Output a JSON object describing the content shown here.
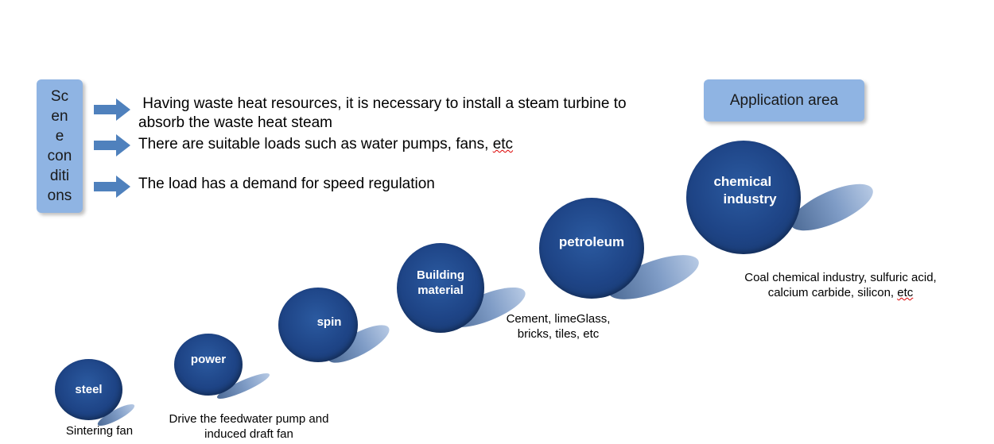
{
  "scene": {
    "box_lines": [
      "Sc",
      "en",
      "e",
      "con",
      "diti",
      "ons"
    ],
    "conditions": [
      {
        "line1": " Having waste heat resources, it is necessary to install a steam turbine to",
        "line2": "absorb the waste heat steam"
      },
      {
        "text": "There are suitable loads such as water pumps, fans, ",
        "wavy": "etc"
      },
      {
        "text": "The load has a demand for speed regulation"
      }
    ]
  },
  "application_area": "Application area",
  "industries": [
    {
      "label": "steel",
      "caption": "Sintering fan"
    },
    {
      "label": "power",
      "caption_line1": "Drive the feedwater pump and",
      "caption_line2": "induced draft fan"
    },
    {
      "label": "spin"
    },
    {
      "label_line1": "Building",
      "label_line2": "material",
      "caption_line1": "Cement, limeGlass,",
      "caption_line2": "bricks, tiles, etc"
    },
    {
      "label": "petroleum"
    },
    {
      "label_line1": "chemical",
      "label_line2": "industry",
      "caption_line1": "Coal chemical industry, sulfuric acid,",
      "caption_line2": "calcium carbide, silicon, ",
      "caption_wavy": "etc"
    }
  ],
  "colors": {
    "box_fill": "#8fb4e3",
    "arrow_fill": "#4f81bd",
    "ball_fill": "#1e4486",
    "shadow_fill": "#7f9cc6"
  }
}
